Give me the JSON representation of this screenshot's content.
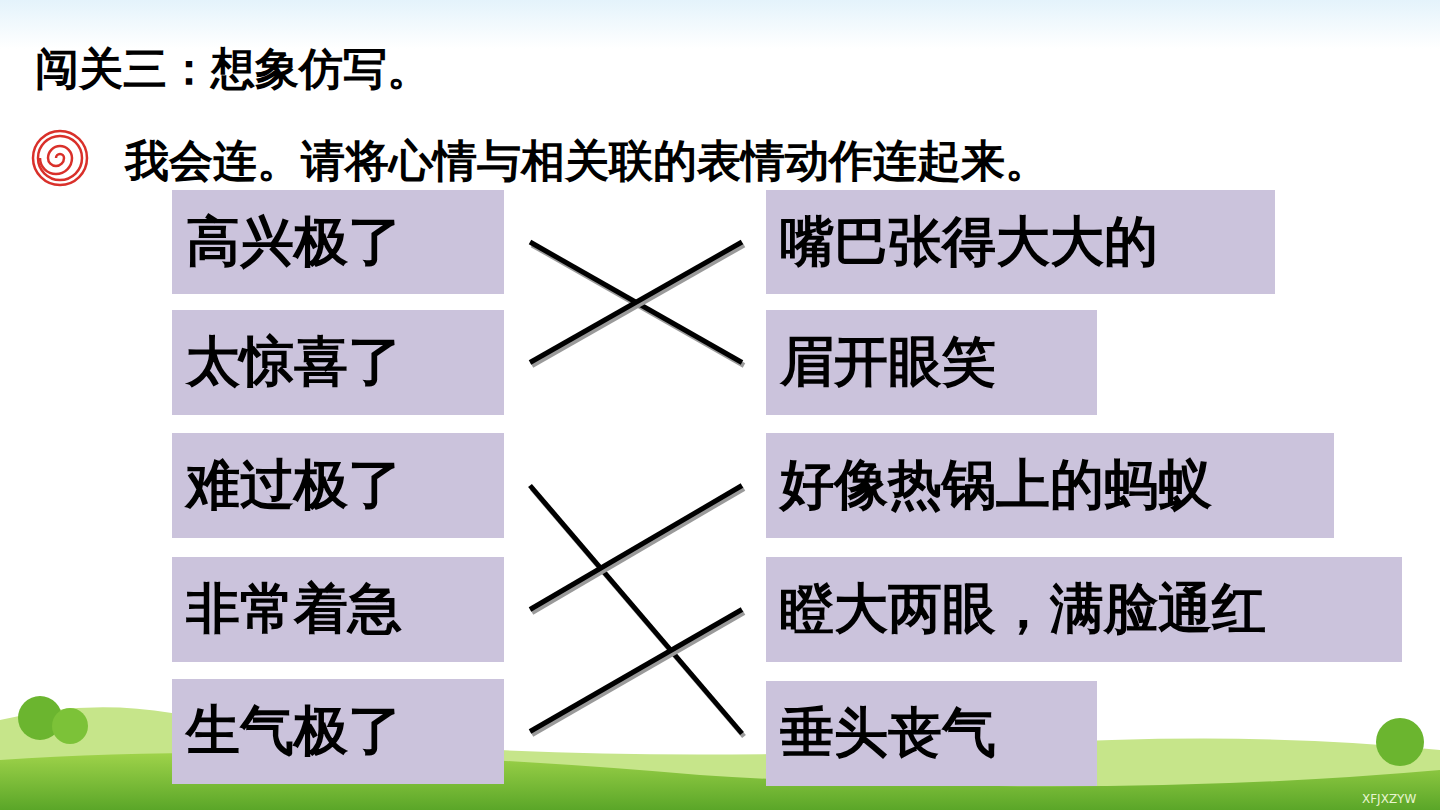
{
  "diagram": {
    "title": "闯关三：想象仿写。",
    "nodes": [
      {
        "text": [
          "高兴极了"
        ]
      },
      {
        "text": [
          "太惊喜了"
        ]
      },
      {
        "text": [
          "难过极了"
        ]
      },
      {
        "text": [
          "非常着急"
        ]
      },
      {
        "text": [
          "生气极了"
        ]
      },
      {
        "text": [
          "嘴巴张得大大的"
        ]
      },
      {
        "text": [
          "眉开眼笑"
        ]
      },
      {
        "text": [
          "好像热锅上的蚂蚁"
        ]
      },
      {
        "text": [
          "瞪大两眼，满脸通红"
        ]
      },
      {
        "text": [
          "垂头丧气"
        ]
      }
    ],
    "edges": [
      {
        "from": 0,
        "to": 6,
        "arrow": "none"
      },
      {
        "from": 1,
        "to": 5,
        "arrow": "none"
      },
      {
        "from": 2,
        "to": 9,
        "arrow": "none"
      },
      {
        "from": 3,
        "to": 7,
        "arrow": "none"
      },
      {
        "from": 4,
        "to": 8,
        "arrow": "none"
      }
    ],
    "labels": [
      "我会连。请将心情与相关联的表情动作连起来。",
      "XFJXZYW"
    ]
  }
}
